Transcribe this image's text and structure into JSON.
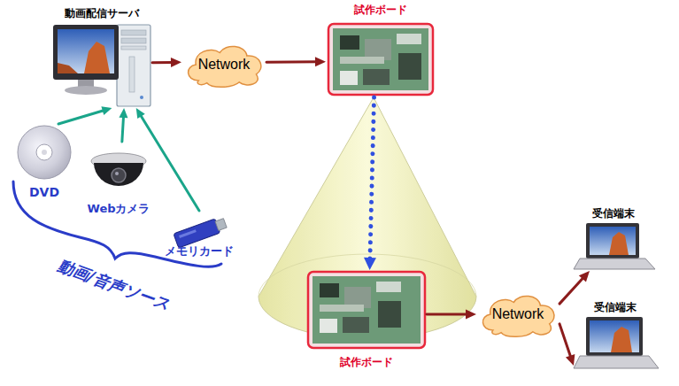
{
  "diagram": {
    "nodes": [
      {
        "text": [
          "動画配信サーバ"
        ]
      },
      {
        "text": [
          "Network"
        ]
      },
      {
        "text": [
          "試作ボード"
        ]
      },
      {
        "text": [
          "DVD"
        ]
      },
      {
        "text": [
          "Webカメラ"
        ]
      },
      {
        "text": [
          "メモリカード"
        ]
      },
      {
        "text": [
          "試作ボード"
        ]
      },
      {
        "text": [
          "Network"
        ]
      },
      {
        "text": [
          "受信端末"
        ]
      },
      {
        "text": [
          "受信端末"
        ]
      }
    ],
    "edges": [
      {
        "from": 0,
        "to": 1,
        "arrow": "to"
      },
      {
        "from": 1,
        "to": 2,
        "arrow": "to"
      },
      {
        "from": 2,
        "to": 6,
        "arrow": "to"
      },
      {
        "from": 6,
        "to": 7,
        "arrow": "to"
      },
      {
        "from": 7,
        "to": 8,
        "arrow": "to"
      },
      {
        "from": 7,
        "to": 9,
        "arrow": "to"
      },
      {
        "from": 3,
        "to": 0,
        "arrow": "to"
      },
      {
        "from": 4,
        "to": 0,
        "arrow": "to"
      },
      {
        "from": 5,
        "to": 0,
        "arrow": "to"
      }
    ],
    "labels": [
      "動画/音声ソース"
    ]
  }
}
